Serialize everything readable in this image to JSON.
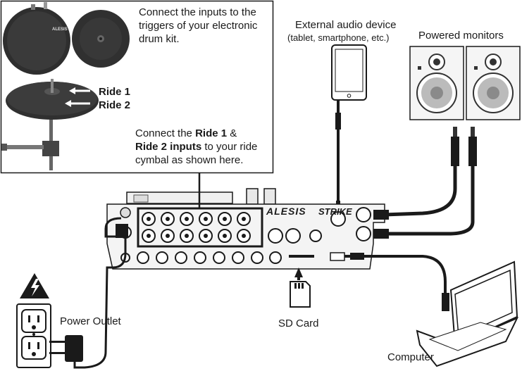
{
  "labels": {
    "connect_inputs": [
      "Connect the inputs to the",
      "triggers of your electronic",
      "drum kit."
    ],
    "ride1": "Ride 1",
    "ride2": "Ride 2",
    "ride_text_prefix": "Connect the ",
    "ride_text_b1": "Ride 1",
    "ride_text_mid": " &",
    "ride_text_b2": "Ride 2 inputs",
    "ride_text_suffix": " to your ride",
    "ride_text_line3": "cymbal as shown here.",
    "external_audio": "External audio device",
    "external_audio_sub": "(tablet, smartphone, etc.)",
    "powered_monitors": "Powered monitors",
    "power_outlet": "Power Outlet",
    "sd_card": "SD Card",
    "computer": "Computer",
    "brand": "ALESIS",
    "model": "STRIKE"
  },
  "colors": {
    "line": "#1a1a1a",
    "device": "#f4f4f4",
    "grey": "#8a8a8a",
    "dark": "#2b2b2b"
  }
}
